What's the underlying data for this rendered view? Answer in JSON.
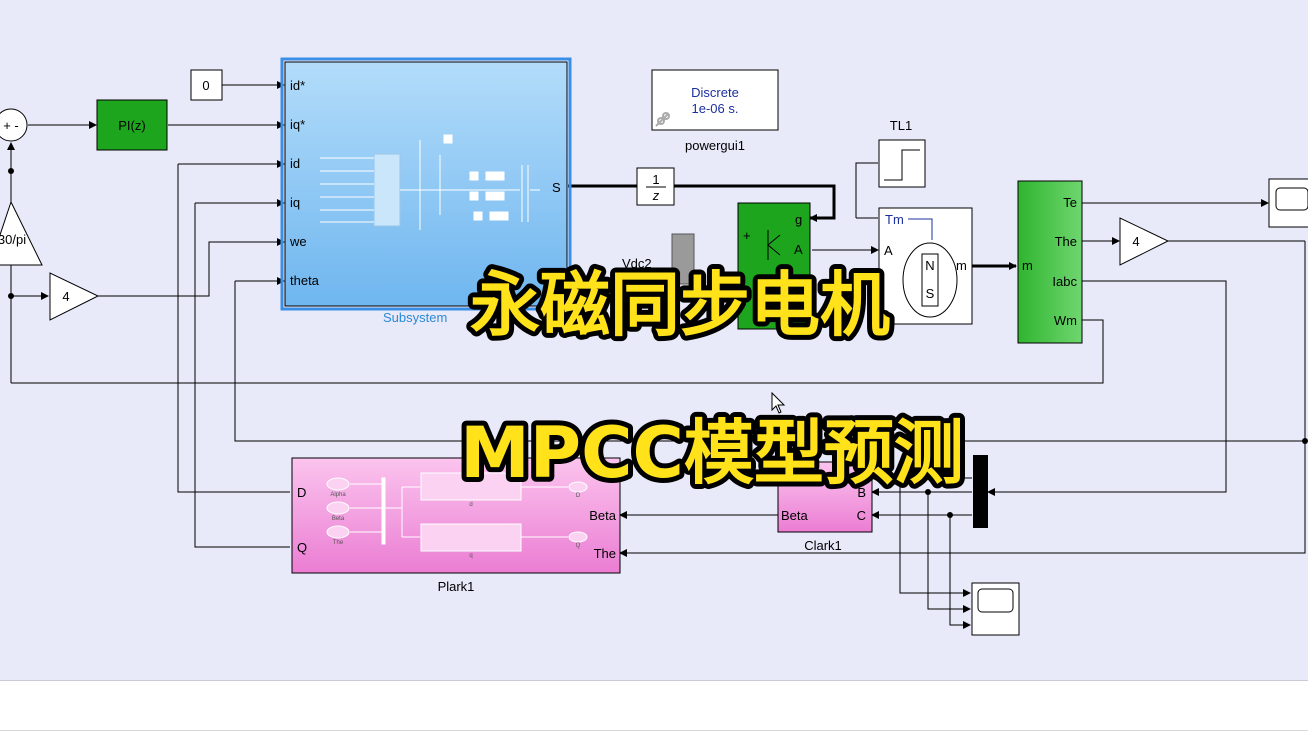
{
  "overlay": {
    "title_cn": "永磁同步电机",
    "subtitle": "MPCC模型预测"
  },
  "colors": {
    "canvas": "#e8e9f9",
    "subsystem": "#8fcdf7",
    "green_block": "#1ea51e",
    "pink_block": "#f39be0",
    "overlay_text": "#ffe21a"
  },
  "blocks": {
    "sum": {
      "label": "+ -"
    },
    "pi": {
      "label": "PI(z)"
    },
    "gain_30pi": {
      "label": "30/pi"
    },
    "gain_left": {
      "label": "4"
    },
    "constant": {
      "label": "0"
    },
    "subsystem": {
      "name": "Subsystem",
      "inputs": [
        "id*",
        "iq*",
        "id",
        "iq",
        "we",
        "theta"
      ],
      "output": "S"
    },
    "powergui": {
      "line1": "Discrete",
      "line2": "1e-06 s.",
      "name": "powergui1"
    },
    "unit_delay": {
      "num": "1",
      "den": "z"
    },
    "tl": {
      "name": "TL1"
    },
    "vdc": {
      "label": "Vdc2"
    },
    "inverter": {
      "ports": [
        "g",
        "+",
        "A"
      ]
    },
    "motor": {
      "ports": [
        "Tm",
        "A",
        "m"
      ],
      "pole_n": "N",
      "pole_s": "S"
    },
    "demux": {
      "ports": [
        "m",
        "Te",
        "The",
        "Iabc",
        "Wm"
      ]
    },
    "gain_right": {
      "label": "4"
    },
    "plark": {
      "name": "Plark1",
      "inputs": [
        "D",
        "Q"
      ],
      "outputs": [
        "Beta",
        "The"
      ],
      "inner_in": [
        "Alpha",
        "Beta",
        "The"
      ],
      "inner_out": [
        "D",
        "Q"
      ],
      "inner_blocks": [
        "d",
        "q"
      ]
    },
    "clark": {
      "name": "Clark1",
      "ports": [
        "B",
        "C",
        "Beta"
      ]
    }
  }
}
